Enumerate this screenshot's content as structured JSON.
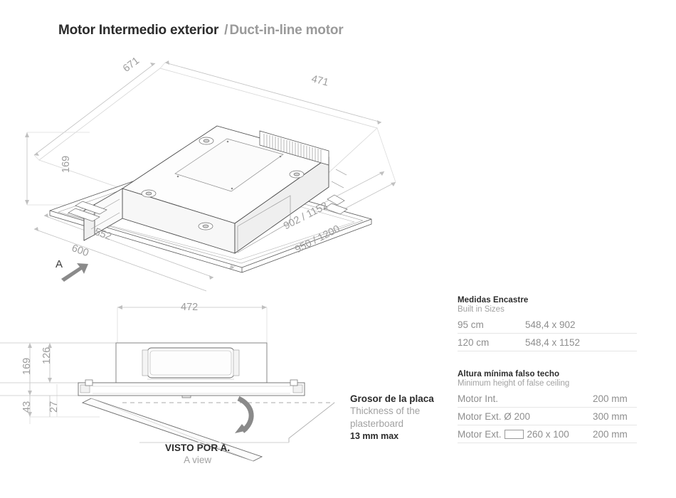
{
  "title": {
    "es": "Motor Intermedio exterior",
    "separator": "/",
    "en": "Duct-in-line motor"
  },
  "isometric_view": {
    "dimensions": {
      "depth_top_left": "671",
      "width_top_right": "471",
      "height_left": "169",
      "inner_front": "552",
      "outer_front": "600",
      "body_length": "902 / 1152",
      "frame_length": "950 / 1200"
    },
    "view_marker": "A"
  },
  "elevation_view": {
    "dimensions": {
      "top_width": "472",
      "total_height": "169",
      "body_height": "126",
      "lower_outer": "43",
      "lower_inner": "27"
    },
    "caption_es": "VISTO POR A.",
    "caption_en": "A view"
  },
  "callout": {
    "es": "Grosor de la placa",
    "en_line1": "Thickness of the",
    "en_line2": "plasterboard",
    "value": "13 mm max"
  },
  "tables": {
    "builtin": {
      "head_es": "Medidas Encastre",
      "head_en": "Built in Sizes",
      "rows": [
        {
          "label": "95 cm",
          "value": "548,4 x 902"
        },
        {
          "label": "120 cm",
          "value": "548,4 x 1152"
        }
      ]
    },
    "ceiling": {
      "head_es": "Altura mínima falso techo",
      "head_en": "Minimum height of false ceiling",
      "rows": [
        {
          "label": "Motor Int.",
          "icon": "",
          "label2": "",
          "value": "200 mm"
        },
        {
          "label": "Motor Ext. Ø 200",
          "icon": "",
          "label2": "",
          "value": "300 mm"
        },
        {
          "label": "Motor Ext.",
          "icon": "rectangle-duct-icon",
          "label2": "260 x 100",
          "value": "200 mm"
        }
      ]
    }
  },
  "colors": {
    "text_dark": "#2b2b2b",
    "text_gray": "#a2a2a2",
    "table_gray": "#8e8e8e",
    "dimension_line": "#b8b8b8",
    "drawing_line": "#4a4a4a",
    "arrow_gray": "#8a8a8a",
    "rule": "#e6e6e6"
  }
}
